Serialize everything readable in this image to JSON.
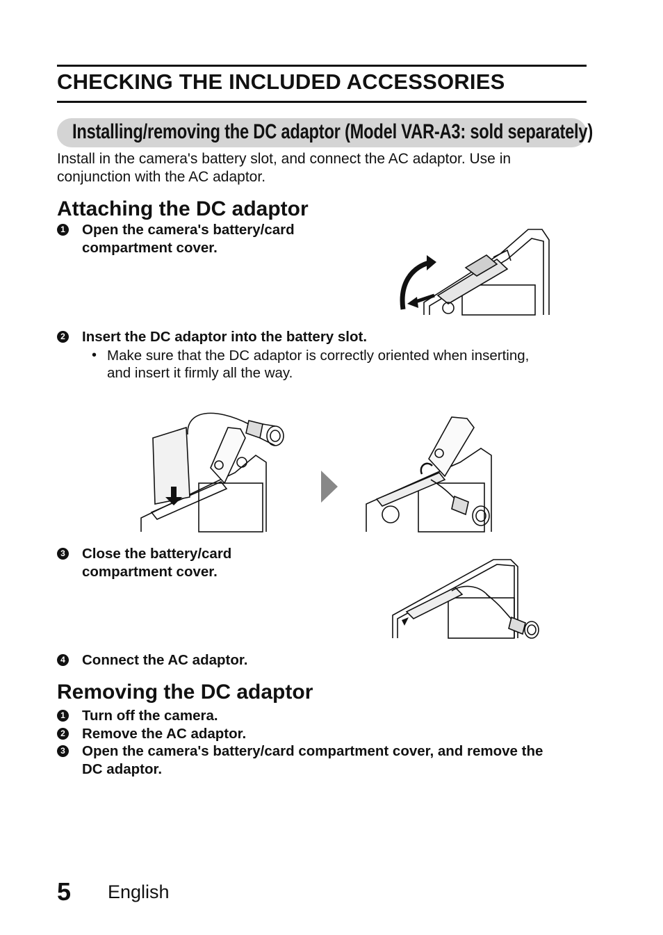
{
  "header": {
    "title": "CHECKING THE INCLUDED ACCESSORIES"
  },
  "banner": {
    "text": "Installing/removing the DC adaptor (Model VAR-A3: sold separately)"
  },
  "intro": {
    "line1": "Install in the camera's battery slot, and connect the AC adaptor. Use in",
    "line2": "conjunction with the AC adaptor."
  },
  "attaching": {
    "heading": "Attaching the DC adaptor",
    "steps": [
      {
        "num": "1",
        "lines": [
          "Open the camera's battery/card",
          "compartment cover."
        ]
      },
      {
        "num": "2",
        "lines": [
          "Insert the DC adaptor into the battery slot."
        ],
        "bullet": [
          "Make sure that the DC adaptor is correctly oriented when inserting,",
          "and insert it firmly all the way."
        ]
      },
      {
        "num": "3",
        "lines": [
          "Close the battery/card",
          "compartment cover."
        ]
      },
      {
        "num": "4",
        "lines": [
          "Connect the AC adaptor."
        ]
      }
    ]
  },
  "removing": {
    "heading": "Removing the DC adaptor",
    "steps": [
      {
        "num": "1",
        "lines": [
          "Turn off the camera."
        ]
      },
      {
        "num": "2",
        "lines": [
          "Remove the AC adaptor."
        ]
      },
      {
        "num": "3",
        "lines": [
          "Open the camera's battery/card compartment cover, and remove the",
          "DC adaptor."
        ]
      }
    ]
  },
  "footer": {
    "page_number": "5",
    "language": "English"
  },
  "illustrations": [
    {
      "name": "open-cover-illustration",
      "icon": "camera-open-cover-icon"
    },
    {
      "name": "insert-adaptor-illustration",
      "icon": "insert-dc-adaptor-icon"
    },
    {
      "name": "inserted-adaptor-illustration",
      "icon": "dc-adaptor-inserted-icon"
    },
    {
      "name": "closed-cover-illustration",
      "icon": "camera-closed-cover-icon"
    }
  ],
  "colors": {
    "banner": "#d4d4d4",
    "arrow": "#888888"
  }
}
